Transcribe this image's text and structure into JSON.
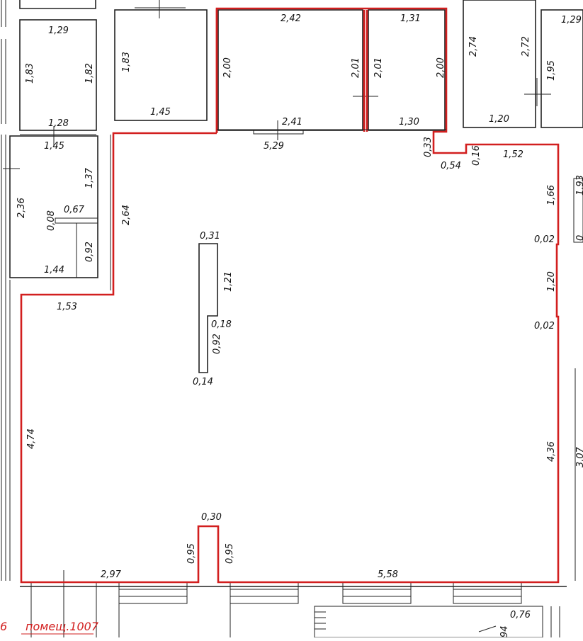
{
  "plan": {
    "room_label": "помещ.1007",
    "edge_fragment": "6",
    "accent_color": "#d21f1f",
    "dimensions": [
      "2,42",
      "1,31",
      "2,00",
      "2,01",
      "2,01",
      "2,00",
      "2,41",
      "1,30",
      "5,29",
      "0,33",
      "0,54",
      "0,16",
      "1,52",
      "1,66",
      "0,02",
      "1,20",
      "0,02",
      "4,36",
      "2,64",
      "1,53",
      "4,74",
      "0,31",
      "1,21",
      "0,18",
      "0,92",
      "0,14",
      "0,30",
      "0,95",
      "0,95",
      "2,97",
      "5,58",
      "1,29",
      "1,83",
      "1,82",
      "1,28",
      "1,45",
      "1,83",
      "1,45",
      "2,36",
      "1,37",
      "0,08",
      "0,67",
      "0,92",
      "1,44",
      "2,74",
      "2,72",
      "1,95",
      "1,20",
      "1,29",
      "0,76",
      "94",
      "1,93",
      "0",
      "3,07"
    ]
  }
}
